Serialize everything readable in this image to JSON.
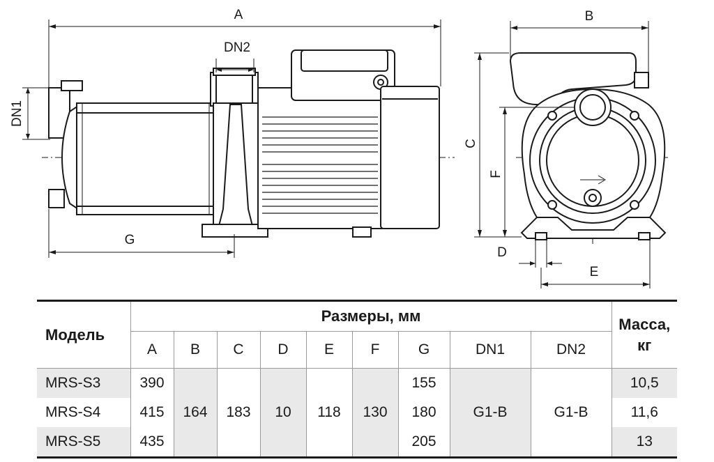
{
  "drawing": {
    "labels": {
      "A": "A",
      "B": "B",
      "C": "C",
      "D": "D",
      "E": "E",
      "F": "F",
      "G": "G",
      "DN1": "DN1",
      "DN2": "DN2"
    }
  },
  "table": {
    "model_header": "Модель",
    "dims_header": "Размеры, мм",
    "mass_header_line1": "Масса,",
    "mass_header_line2": "кг",
    "columns": [
      "A",
      "B",
      "C",
      "D",
      "E",
      "F",
      "G",
      "DN1",
      "DN2"
    ],
    "rows": [
      {
        "model": "MRS-S3",
        "A": "390",
        "G": "155",
        "mass": "10,5"
      },
      {
        "model": "MRS-S4",
        "A": "415",
        "G": "180",
        "mass": "11,6"
      },
      {
        "model": "MRS-S5",
        "A": "435",
        "G": "205",
        "mass": "13"
      }
    ],
    "shared": {
      "B": "164",
      "C": "183",
      "D": "10",
      "E": "118",
      "F": "130",
      "DN1": "G1-B",
      "DN2": "G1-B"
    }
  }
}
